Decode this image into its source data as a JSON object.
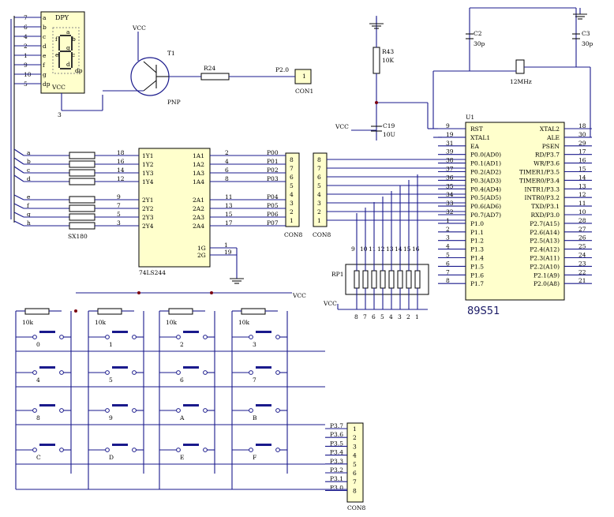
{
  "dpy": {
    "title": "DPY",
    "vcc": "VCC",
    "left_pins": [
      "7",
      "6",
      "4",
      "2",
      "1",
      "9",
      "10",
      "5"
    ],
    "seg_labels": [
      "a",
      "b",
      "c",
      "d",
      "e",
      "f",
      "g",
      "dp"
    ],
    "inner": [
      "a",
      "f",
      "g",
      "b",
      "e",
      "c",
      "d",
      "dp"
    ],
    "bottom_pin": "3"
  },
  "vcc_label": "VCC",
  "transistor": {
    "ref": "T1",
    "type": "PNP"
  },
  "r24": "R24",
  "p20": "P2.0",
  "con1": {
    "label": "CON1",
    "pin": "1"
  },
  "r43": {
    "ref": "R43",
    "value": "10K"
  },
  "c19": {
    "ref": "C19",
    "value": "10U"
  },
  "c2": {
    "ref": "C2",
    "value": "30p"
  },
  "c3": {
    "ref": "C3",
    "value": "30p"
  },
  "crystal": "12MHz",
  "buffer": {
    "label": "74LS244",
    "left": [
      {
        "num": "18",
        "net": "a",
        "pin": "1Y1"
      },
      {
        "num": "16",
        "net": "b",
        "pin": "1Y2"
      },
      {
        "num": "14",
        "net": "c",
        "pin": "1Y3"
      },
      {
        "num": "12",
        "net": "d",
        "pin": "1Y4"
      },
      {
        "num": "9",
        "net": "e",
        "pin": "2Y1"
      },
      {
        "num": "7",
        "net": "f",
        "pin": "2Y2"
      },
      {
        "num": "5",
        "net": "g",
        "pin": "2Y3"
      },
      {
        "num": "3",
        "net": "h",
        "pin": "2Y4"
      }
    ],
    "right": [
      {
        "num": "2",
        "pin": "1A1",
        "net": "P00"
      },
      {
        "num": "4",
        "pin": "1A2",
        "net": "P01"
      },
      {
        "num": "6",
        "pin": "1A3",
        "net": "P02"
      },
      {
        "num": "8",
        "pin": "1A4",
        "net": "P03"
      },
      {
        "num": "11",
        "pin": "2A1",
        "net": "P04"
      },
      {
        "num": "13",
        "pin": "2A2",
        "net": "P05"
      },
      {
        "num": "15",
        "pin": "2A3",
        "net": "P06"
      },
      {
        "num": "17",
        "pin": "2A4",
        "net": "P07"
      }
    ],
    "oe": [
      {
        "num": "1",
        "pin": "1G"
      },
      {
        "num": "19",
        "pin": "2G"
      }
    ]
  },
  "sx180": "SX180",
  "con8a": {
    "label": "CON8",
    "pins": [
      "8",
      "7",
      "6",
      "5",
      "4",
      "3",
      "2",
      "1"
    ]
  },
  "con8b": {
    "label": "CON8",
    "pins": [
      "8",
      "7",
      "6",
      "5",
      "4",
      "3",
      "2",
      "1"
    ]
  },
  "rp1": {
    "label": "RP1",
    "top": [
      "9",
      "10",
      "11",
      "12",
      "13",
      "14",
      "15",
      "16"
    ],
    "bottom": [
      "8",
      "7",
      "6",
      "5",
      "4",
      "3",
      "2",
      "1"
    ],
    "vcc": "VCC"
  },
  "mcu": {
    "ref": "U1",
    "part": "89S51",
    "left": [
      {
        "num": "9",
        "name": "RST"
      },
      {
        "num": "19",
        "name": "XTAL1"
      },
      {
        "num": "31",
        "name": "EA"
      },
      {
        "num": "39",
        "name": "P0.0(AD0)"
      },
      {
        "num": "38",
        "name": "P0.1(AD1)"
      },
      {
        "num": "37",
        "name": "P0.2(AD2)"
      },
      {
        "num": "36",
        "name": "P0.3(AD3)"
      },
      {
        "num": "35",
        "name": "P0.4(AD4)"
      },
      {
        "num": "34",
        "name": "P0.5(AD5)"
      },
      {
        "num": "33",
        "name": "P0.6(AD6)"
      },
      {
        "num": "32",
        "name": "P0.7(AD7)"
      },
      {
        "num": "1",
        "name": "P1.0"
      },
      {
        "num": "2",
        "name": "P1.1"
      },
      {
        "num": "3",
        "name": "P1.2"
      },
      {
        "num": "4",
        "name": "P1.3"
      },
      {
        "num": "5",
        "name": "P1.4"
      },
      {
        "num": "6",
        "name": "P1.5"
      },
      {
        "num": "7",
        "name": "P1.6"
      },
      {
        "num": "8",
        "name": "P1.7"
      }
    ],
    "right": [
      {
        "num": "18",
        "name": "XTAL2"
      },
      {
        "num": "30",
        "name": "ALE"
      },
      {
        "num": "29",
        "name": "PSEN"
      },
      {
        "num": "17",
        "name": "RD/P3.7"
      },
      {
        "num": "16",
        "name": "WR/P3.6"
      },
      {
        "num": "15",
        "name": "TIMER1/P3.5"
      },
      {
        "num": "14",
        "name": "TIMER0/P3.4"
      },
      {
        "num": "13",
        "name": "INTR1/P3.3"
      },
      {
        "num": "12",
        "name": "INTR0/P3.2"
      },
      {
        "num": "11",
        "name": "TXD/P3.1"
      },
      {
        "num": "10",
        "name": "RXD/P3.0"
      },
      {
        "num": "28",
        "name": "P2.7(A15)"
      },
      {
        "num": "27",
        "name": "P2.6(A14)"
      },
      {
        "num": "26",
        "name": "P2.5(A13)"
      },
      {
        "num": "25",
        "name": "P2.4(A12)"
      },
      {
        "num": "24",
        "name": "P2.3(A11)"
      },
      {
        "num": "23",
        "name": "P2.2(A10)"
      },
      {
        "num": "22",
        "name": "P2.1(A9)"
      },
      {
        "num": "21",
        "name": "P2.0(A8)"
      }
    ]
  },
  "keypad": {
    "res_labels": [
      "10k",
      "10k",
      "10k",
      "10k"
    ],
    "vcc": "VCC",
    "keys": [
      "0",
      "1",
      "2",
      "3",
      "4",
      "5",
      "6",
      "7",
      "8",
      "9",
      "A",
      "B",
      "C",
      "D",
      "E",
      "F"
    ],
    "nets": [
      "P3.7",
      "P3.6",
      "P3.5",
      "P3.4",
      "P3.3",
      "P3.2",
      "P3.1",
      "P3.0"
    ],
    "con_pins": [
      "1",
      "2",
      "3",
      "4",
      "5",
      "6",
      "7",
      "8"
    ],
    "con_label": "CON8"
  }
}
